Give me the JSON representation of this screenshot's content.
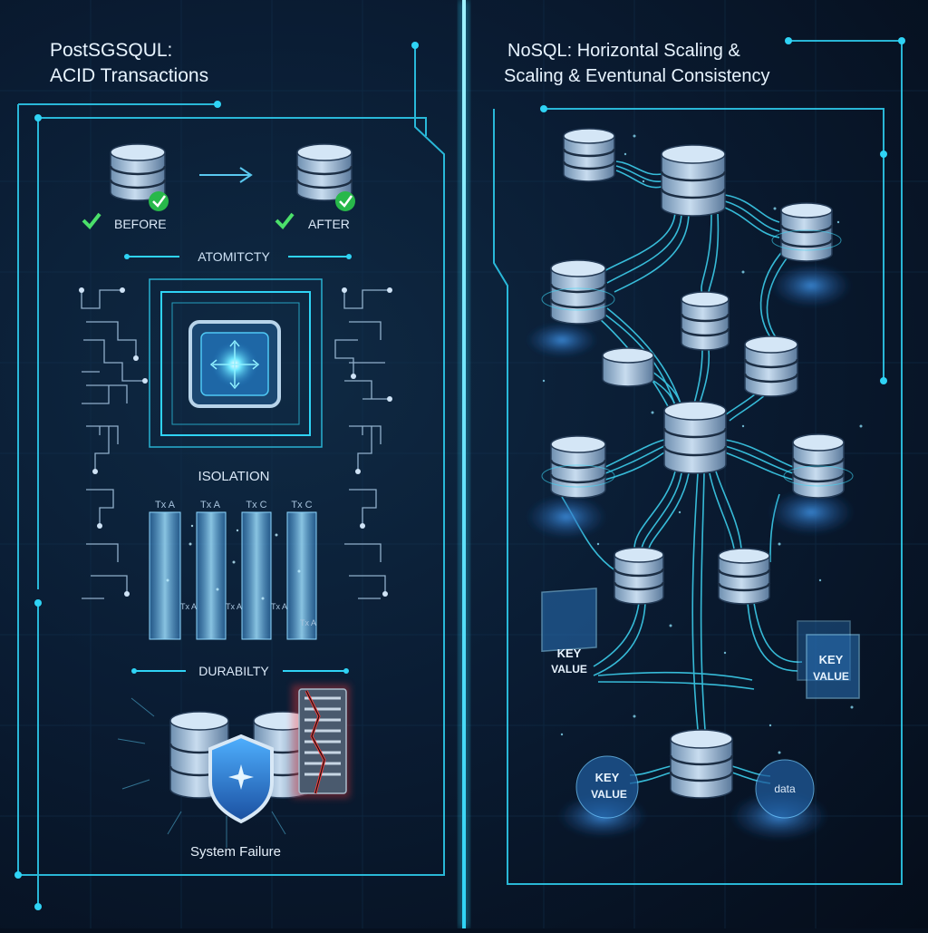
{
  "left_panel": {
    "title_line1": "PostSGSQUL:",
    "title_line2": "ACID Transactions",
    "before_label": "BEFORE",
    "after_label": "AFTER",
    "atomicity_label": "ATOMITCTY",
    "isolation_label": "ISOLATION",
    "transactions": [
      {
        "top": "Tx A",
        "bottom": "Tx A"
      },
      {
        "top": "Tx A",
        "bottom": "Tx A"
      },
      {
        "top": "Tx C",
        "bottom": "Tx A"
      },
      {
        "top": "Tx C",
        "bottom": "Tx A"
      }
    ],
    "durability_label": "DURABILTY",
    "failure_label": "System Failure"
  },
  "right_panel": {
    "title_line1": "NoSQL: Horizontal Scaling &",
    "title_line2": "Scaling & Eventunal Consistency",
    "kv_cards": [
      {
        "key": "KEY",
        "value": "VALUE"
      },
      {
        "key": "KEY",
        "value": "VALUE"
      },
      {
        "key": "KEY",
        "value": "VALUE"
      }
    ],
    "bubble_text": "data"
  },
  "colors": {
    "accent": "#2fd3f5",
    "background": "#0a1c33",
    "check": "#4be06a",
    "failure": "#ff3b3b",
    "shield": "#2a7fd8"
  }
}
